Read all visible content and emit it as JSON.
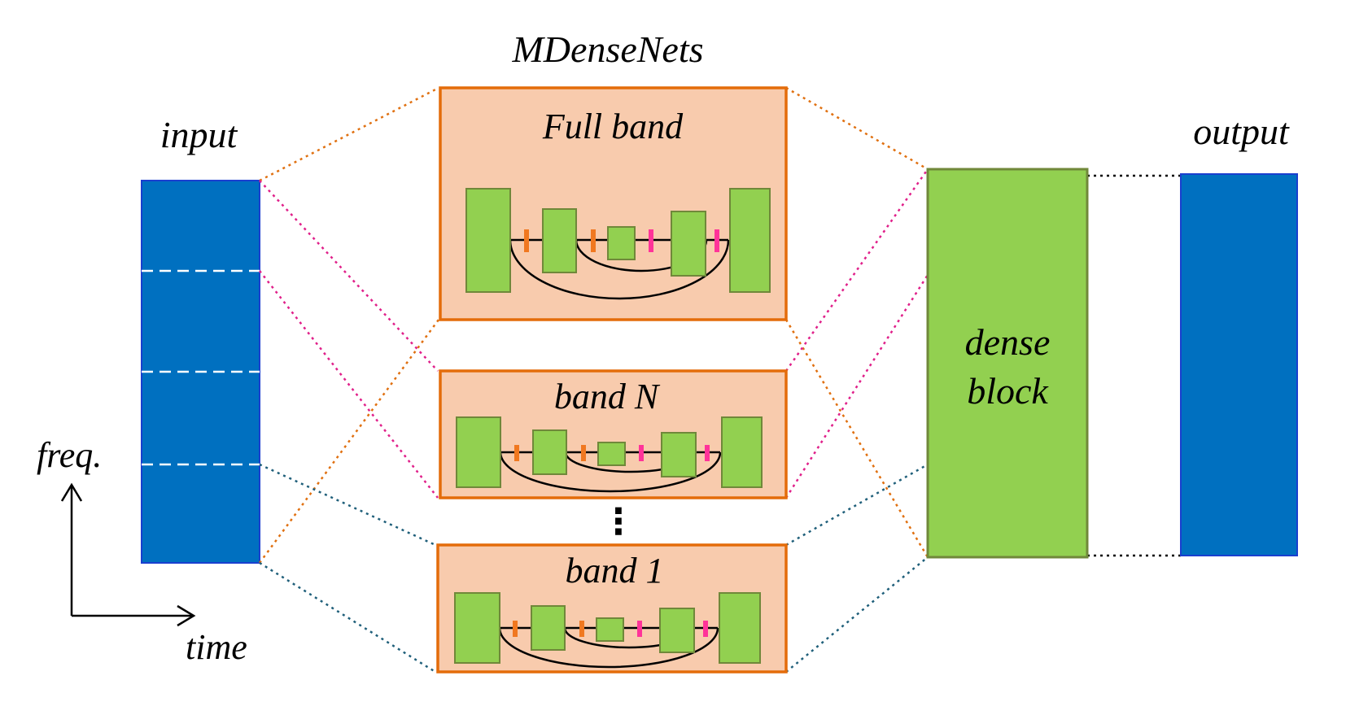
{
  "title": "MDenseNets",
  "input_label": "input",
  "output_label": "output",
  "freq_label": "freq.",
  "time_label": "time",
  "full_band_label": "Full band",
  "band_n_label": "band N",
  "band_1_label": "band 1",
  "ellipsis": "⋮",
  "dense_block_line1": "dense",
  "dense_block_line2": "block",
  "colors": {
    "input_fill": "#0070c0",
    "output_fill": "#0070c0",
    "panel_fill": "#f8cbad",
    "panel_border": "#e46c0a",
    "block_fill": "#92d050",
    "block_border": "#70883a",
    "orange_link": "#e07010",
    "magenta_link": "#e0208a",
    "teal_link": "#1f5f7a",
    "black_link": "#000000",
    "orange_tick": "#f07820",
    "pink_tick": "#ff3399"
  }
}
